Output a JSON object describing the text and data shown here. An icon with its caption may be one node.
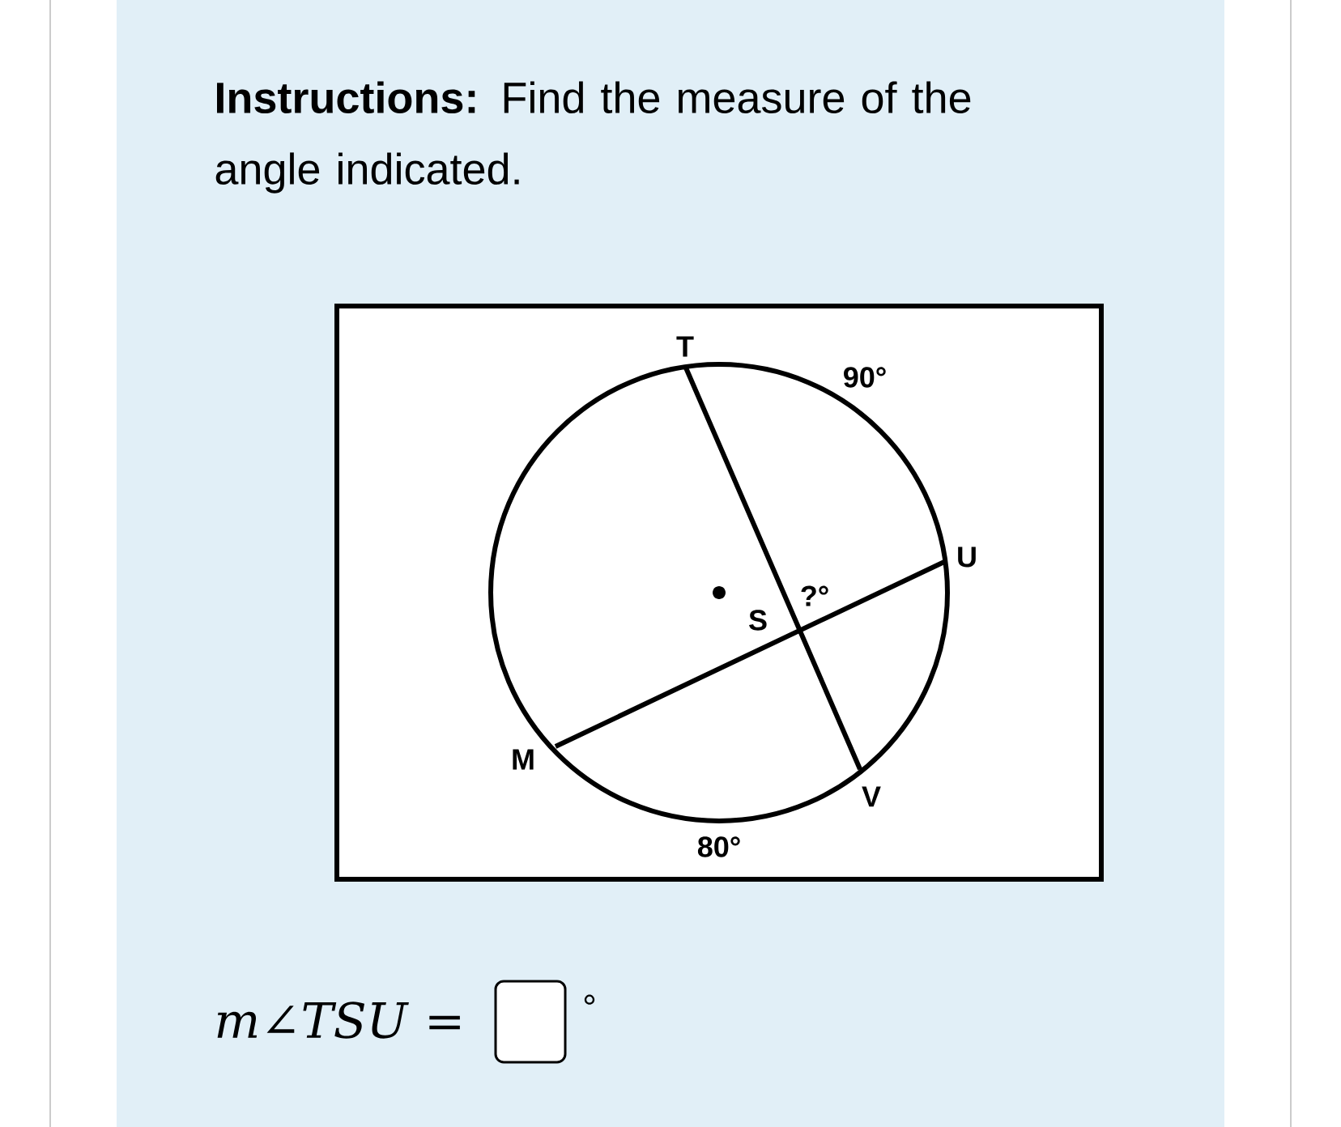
{
  "diagram": {
    "title": "**Instructions:** Find the measure of the angle indicated.",
    "labels": [
      "T",
      "90°",
      "U",
      "?°",
      "S",
      "M",
      "V",
      "80°",
      "*m∠TSU* =",
      "°"
    ]
  }
}
